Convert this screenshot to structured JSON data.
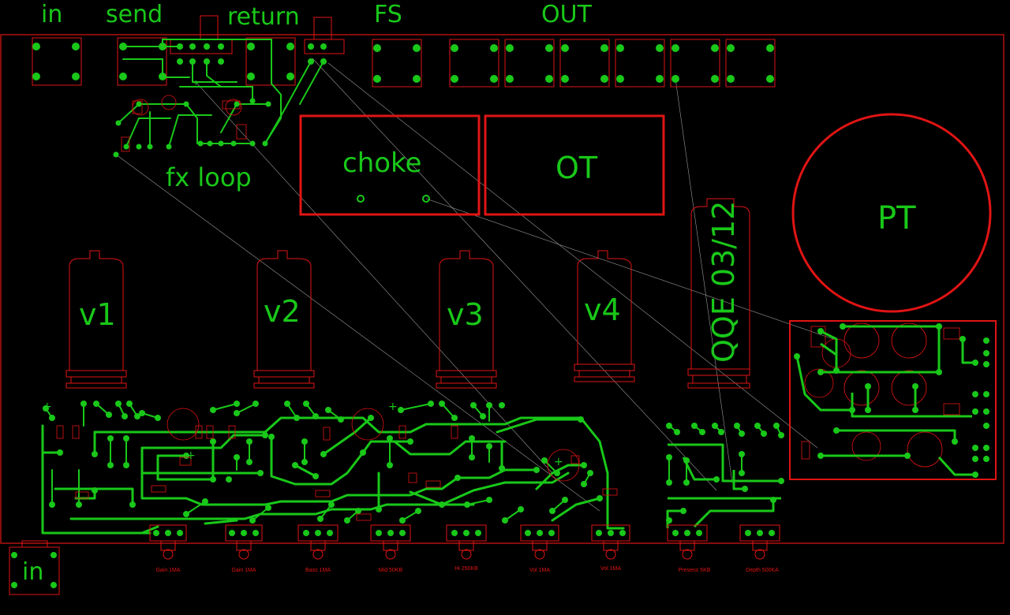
{
  "colors": {
    "background": "#000000",
    "silkscreen_red": "#e01414",
    "copper_green": "#19c819",
    "airwire": "#9a9a9a"
  },
  "top_labels": {
    "in": "in",
    "send": "send",
    "return": "return",
    "fs": "FS",
    "out": "OUT",
    "fx_loop": "fx loop"
  },
  "blocks": {
    "choke": "choke",
    "ot": "OT",
    "pt": "PT",
    "power_tube": "QQE 03/12"
  },
  "tubes": [
    "v1",
    "v2",
    "v3",
    "v4"
  ],
  "pots": [
    "Gain 1MA",
    "Gain 1MA",
    "Bass 1MA",
    "Mid 50KB",
    "Hi 250KB",
    "Vol 1MA",
    "Vol 1MA",
    "Presens 5KB",
    "Depth 500KA"
  ],
  "input_jack_label": "in",
  "polarity_mark": "+"
}
